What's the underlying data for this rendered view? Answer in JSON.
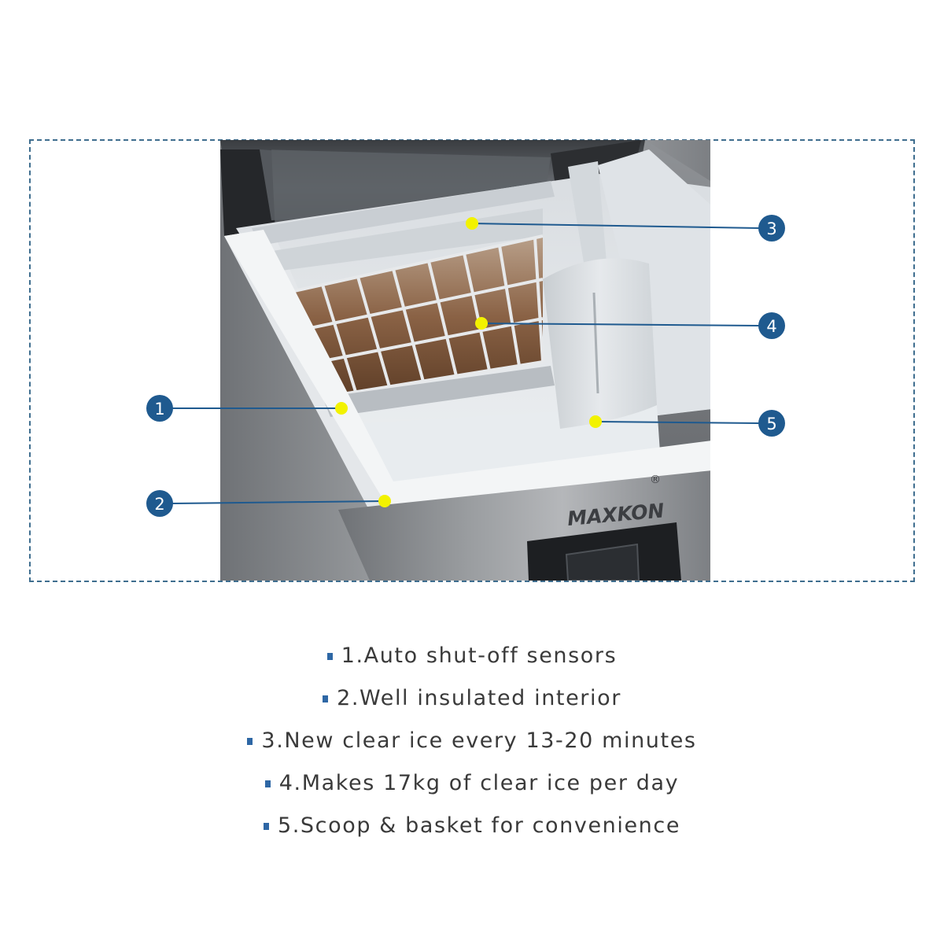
{
  "brand": "MAXKON",
  "registered_mark": "®",
  "callouts": [
    {
      "number": "1"
    },
    {
      "number": "2"
    },
    {
      "number": "3"
    },
    {
      "number": "4"
    },
    {
      "number": "5"
    }
  ],
  "features": [
    "1.Auto shut-off sensors",
    "2.Well insulated interior",
    "3.New clear ice every 13-20 minutes",
    "4.Makes 17kg of clear ice per day",
    "5.Scoop & basket for convenience"
  ],
  "colors": {
    "frame": "#3f6e8f",
    "callout_fill": "#1f5a8f",
    "callout_line": "#1f5a8f",
    "marker": "#f2f200",
    "bullet": "#2e67a5",
    "text": "#3a3a3a"
  },
  "icons": [
    "bullet-square-icon",
    "callout-circle-icon",
    "marker-dot-icon"
  ]
}
